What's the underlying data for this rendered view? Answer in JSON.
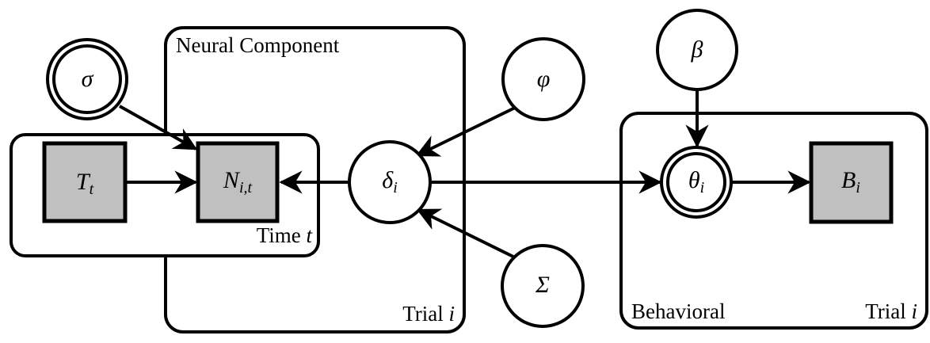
{
  "diagram": {
    "type": "plate-notation-graphical-model",
    "title_visible": false,
    "colors": {
      "observed_fill": "#c0c0c0",
      "stroke": "#000000",
      "background": "#ffffff"
    },
    "plates": [
      {
        "id": "neural-component",
        "label": "Neural Component",
        "label_position": "top-left",
        "corner_label": "Trial i",
        "corner_label_position": "bottom-right"
      },
      {
        "id": "time",
        "label": "Time t",
        "label_position": "bottom-right"
      },
      {
        "id": "behavioral",
        "label": "Behavioral",
        "label_position": "bottom-left",
        "corner_label": "Trial i",
        "corner_label_position": "bottom-right"
      }
    ],
    "nodes": [
      {
        "id": "sigma",
        "label": "σ",
        "sub": "",
        "shape": "double-circle",
        "observed": false
      },
      {
        "id": "T",
        "label": "T",
        "sub": "t",
        "shape": "square",
        "observed": true
      },
      {
        "id": "N",
        "label": "N",
        "sub": "i,t",
        "shape": "square",
        "observed": true
      },
      {
        "id": "delta",
        "label": "δ",
        "sub": "i",
        "shape": "circle",
        "observed": false
      },
      {
        "id": "phi",
        "label": "φ",
        "sub": "",
        "shape": "circle",
        "observed": false
      },
      {
        "id": "Sigma",
        "label": "Σ",
        "sub": "",
        "shape": "circle",
        "observed": false
      },
      {
        "id": "beta",
        "label": "β",
        "sub": "",
        "shape": "circle",
        "observed": false
      },
      {
        "id": "theta",
        "label": "θ",
        "sub": "i",
        "shape": "double-circle",
        "observed": false
      },
      {
        "id": "B",
        "label": "B",
        "sub": "i",
        "shape": "square",
        "observed": true
      }
    ],
    "edges": [
      {
        "from": "sigma",
        "to": "N"
      },
      {
        "from": "T",
        "to": "N"
      },
      {
        "from": "delta",
        "to": "N"
      },
      {
        "from": "phi",
        "to": "delta"
      },
      {
        "from": "Sigma",
        "to": "delta"
      },
      {
        "from": "delta",
        "to": "theta"
      },
      {
        "from": "beta",
        "to": "theta"
      },
      {
        "from": "theta",
        "to": "B"
      }
    ]
  },
  "labels": {
    "neural_component": "Neural Component",
    "time_t": "Time t",
    "trial_i_neural": "Trial i",
    "behavioral": "Behavioral",
    "trial_i_behavioral": "Trial i",
    "sigma": "σ",
    "T_base": "T",
    "T_sub": "t",
    "N_base": "N",
    "N_sub": "i,t",
    "delta_base": "δ",
    "delta_sub": "i",
    "phi": "φ",
    "Sigma": "Σ",
    "beta": "β",
    "theta_base": "θ",
    "theta_sub": "i",
    "B_base": "B",
    "B_sub": "i"
  }
}
